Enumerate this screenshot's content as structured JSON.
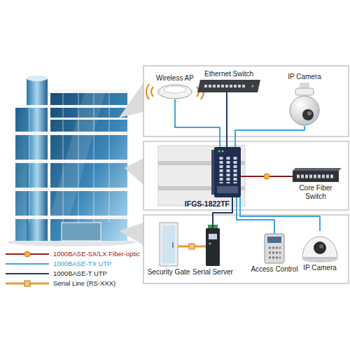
{
  "diagram": {
    "nodes": [
      {
        "text": [
          "Wireless AP"
        ]
      },
      {
        "text": [
          "Ethernet Switch"
        ]
      },
      {
        "text": [
          "IP Camera"
        ]
      },
      {
        "text": [
          "IFGS-1822TF"
        ]
      },
      {
        "text": [
          "Core Fiber Switch"
        ]
      },
      {
        "text": [
          "Security Gate"
        ]
      },
      {
        "text": [
          "Serial Server"
        ]
      },
      {
        "text": [
          "Access Control"
        ]
      },
      {
        "text": [
          "IP Camera"
        ]
      }
    ],
    "edges": [
      {
        "from": 3,
        "to": 0,
        "arrow": "none"
      },
      {
        "from": 3,
        "to": 1,
        "arrow": "none"
      },
      {
        "from": 3,
        "to": 2,
        "arrow": "none"
      },
      {
        "from": 3,
        "to": 4,
        "arrow": "none"
      },
      {
        "from": 3,
        "to": 6,
        "arrow": "none"
      },
      {
        "from": 3,
        "to": 7,
        "arrow": "none"
      },
      {
        "from": 3,
        "to": 8,
        "arrow": "none"
      },
      {
        "from": 6,
        "to": 5,
        "arrow": "none"
      }
    ],
    "legend": [
      {
        "text": "1000BASE-SX/LX Fiber-optic"
      },
      {
        "text": "1000BASE-TX UTP"
      },
      {
        "text": "1000BASE-T UTP"
      },
      {
        "text": "Serial Line (RS-XXX)"
      }
    ]
  }
}
